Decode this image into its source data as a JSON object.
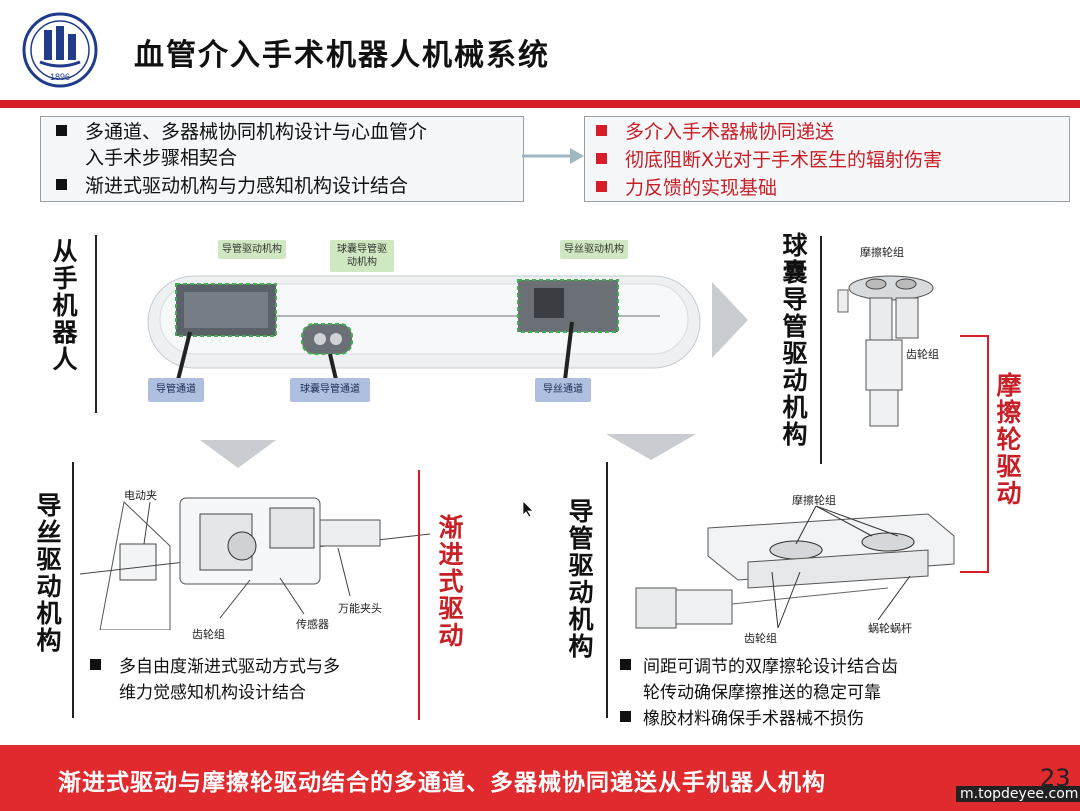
{
  "header": {
    "title": "血管介入手术机器人机械系统",
    "logo_year": "1896"
  },
  "top": {
    "left_bullets": [
      "多通道、多器械协同机构设计与心血管介",
      "入手术步骤相契合",
      "渐进式驱动机构与力感知机构设计结合"
    ],
    "right_bullets": [
      "多介入手术器械协同递送",
      "彻底阻断X光对于手术医生的辐射伤害",
      "力反馈的实现基础"
    ]
  },
  "slave_robot": {
    "section_label": "从手机器人",
    "green_labels": [
      "导管驱动机构",
      "球囊导管驱动机构",
      "导丝驱动机构"
    ],
    "blue_labels": [
      "导管通道",
      "球囊导管通道",
      "导丝通道"
    ]
  },
  "balloon": {
    "section_label": "球囊导管驱动机构",
    "parts": [
      "摩擦轮组",
      "齿轮组"
    ],
    "side_label": "摩擦轮驱动"
  },
  "guidewire": {
    "section_label": "导丝驱动机构",
    "parts": [
      "电动夹",
      "齿轮组",
      "传感器",
      "万能夹头"
    ],
    "side_label": "渐进式驱动",
    "bullets": [
      "多自由度渐进式驱动方式与多",
      "维力觉感知机构设计结合"
    ]
  },
  "catheter": {
    "section_label": "导管驱动机构",
    "parts": [
      "摩擦轮组",
      "齿轮组",
      "蜗轮蜗杆"
    ],
    "bullets": [
      "间距可调节的双摩擦轮设计结合齿",
      "轮传动确保摩擦推送的稳定可靠",
      "橡胶材料确保手术器械不损伤"
    ]
  },
  "footer": {
    "text": "渐进式驱动与摩擦轮驱动结合的多通道、多器械协同递送从手机器人机构",
    "page_number": "23",
    "watermark": "m.topdeyee.com"
  },
  "colors": {
    "accent_red": "#d71e28",
    "green_label": "#cfe8c2",
    "blue_label": "#aebfe0"
  }
}
